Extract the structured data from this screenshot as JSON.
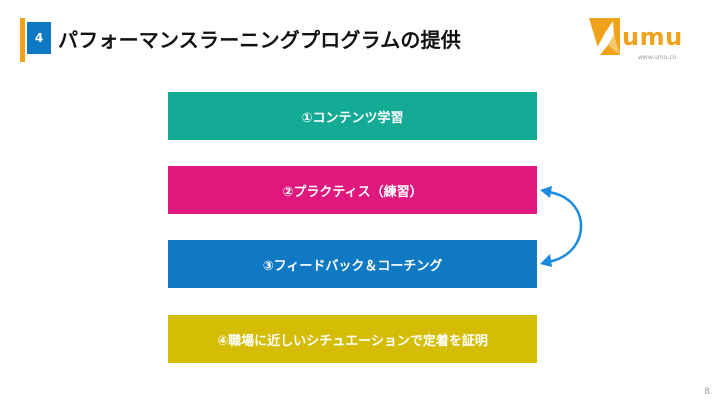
{
  "header": {
    "number": "4",
    "title": "パフォーマンスラーニングプログラムの提供"
  },
  "logo": {
    "text": "umu",
    "url": "www.umu.co"
  },
  "steps": [
    {
      "label": "①コンテンツ学習",
      "color": "#14ab96"
    },
    {
      "label": "②プラクティス（練習）",
      "color": "#e0187e"
    },
    {
      "label": "③フィードバック＆コーチング",
      "color": "#0f7ac3"
    },
    {
      "label": "④職場に近しいシチュエーションで定着を証明",
      "color": "#d5bd05"
    }
  ],
  "cycle": {
    "icon": "double-headed-curved-arrow-icon",
    "color": "#1a8be0"
  },
  "footer": {
    "page_number": "8"
  },
  "colors": {
    "accent": "#f0a21a",
    "badge": "#0f7ac3"
  }
}
